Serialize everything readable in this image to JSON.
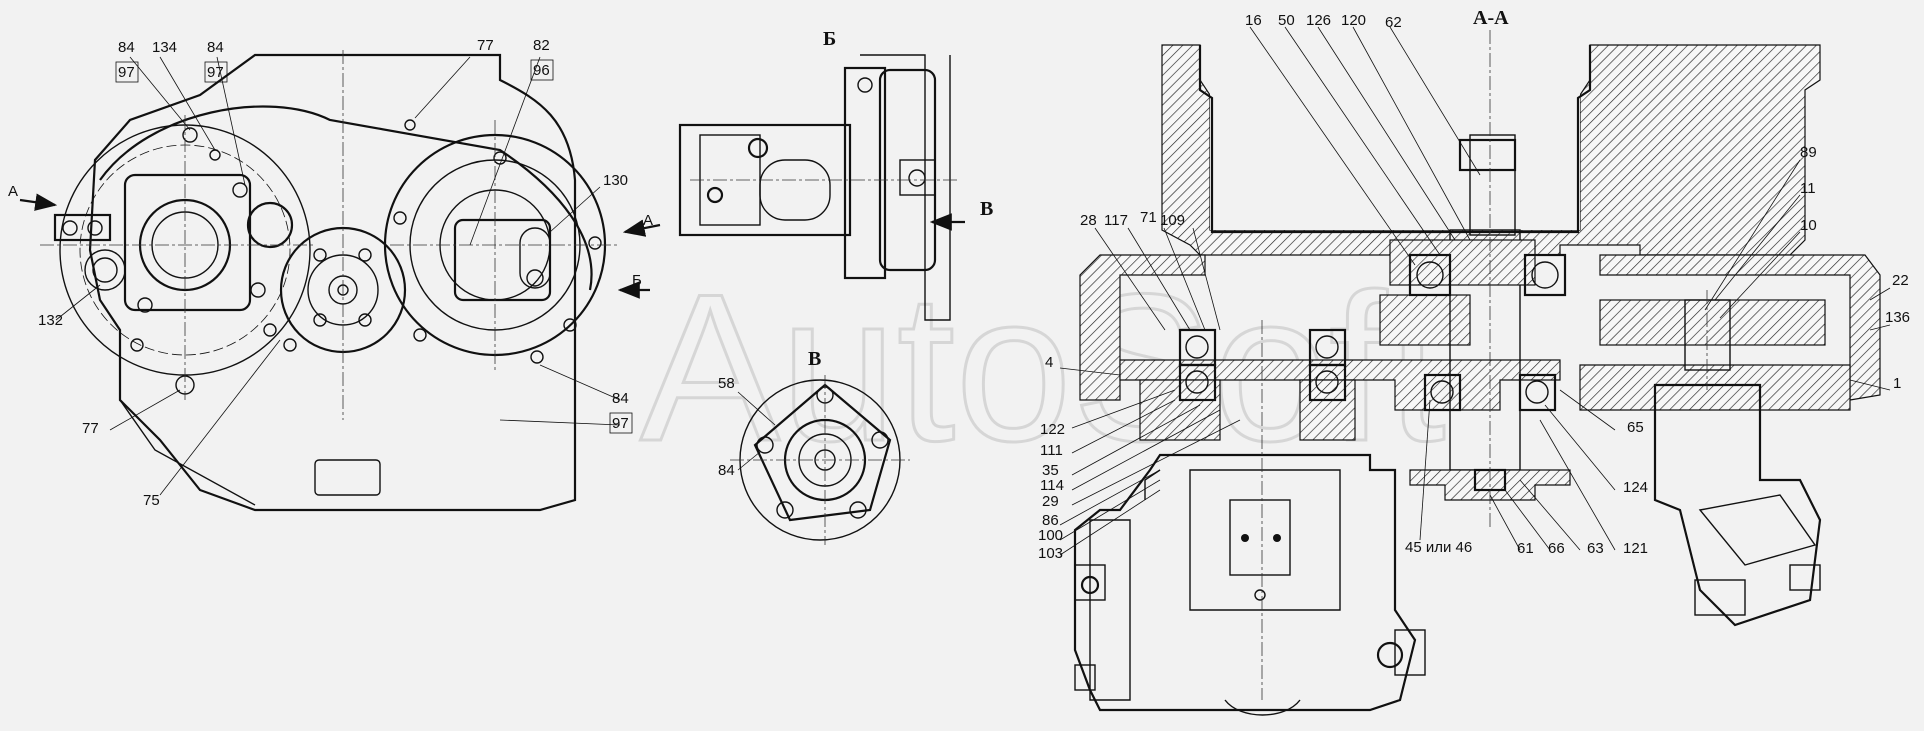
{
  "views": {
    "front": {
      "labels": [
        "84",
        "97",
        "134",
        "84",
        "97",
        "77",
        "82",
        "96",
        "130",
        "A",
        "A",
        "Б",
        "132",
        "77",
        "75",
        "84",
        "97"
      ]
    },
    "view_b": {
      "title": "Б",
      "arrow_label": "В"
    },
    "view_v": {
      "title": "В",
      "labels": [
        "58",
        "84"
      ]
    },
    "section_aa": {
      "title": "А-А",
      "top_labels": [
        "16",
        "50",
        "126",
        "120",
        "62"
      ],
      "left_labels": [
        "28",
        "117",
        "71",
        "109",
        "4",
        "122",
        "111",
        "35",
        "114",
        "29",
        "86",
        "100",
        "103"
      ],
      "right_labels": [
        "89",
        "11",
        "10",
        "22",
        "136",
        "1",
        "65",
        "124",
        "121",
        "63",
        "66",
        "61",
        "45 или 46"
      ]
    }
  },
  "watermark": "AutoSoft"
}
